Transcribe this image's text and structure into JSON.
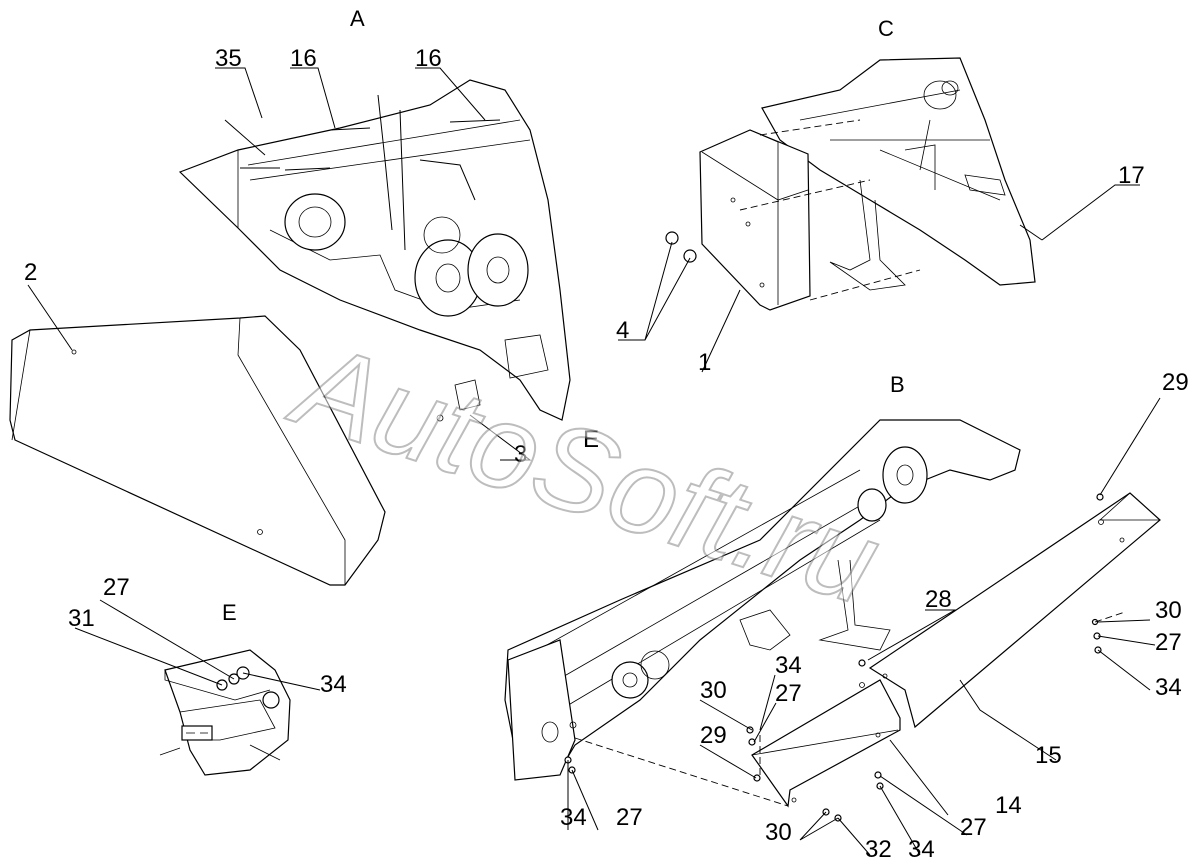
{
  "watermark": "AutoSoft.ru",
  "sections": {
    "A": "A",
    "B": "B",
    "C": "C",
    "E": "E"
  },
  "callouts": {
    "c35": "35",
    "c16a": "16",
    "c16b": "16",
    "c2": "2",
    "c3": "3",
    "c4": "4",
    "c1": "1",
    "c17": "17",
    "cE_hint": "E",
    "c29a": "29",
    "c30a": "30",
    "c27a": "27",
    "c34a": "34",
    "c28": "28",
    "c15": "15",
    "c34b": "34",
    "c27b": "27",
    "c30b": "30",
    "c29b": "29",
    "c14": "14",
    "c27c": "27",
    "c34c": "34",
    "c32": "32",
    "c30c": "30",
    "c34d": "34",
    "c27d": "27",
    "c27e": "27",
    "c31": "31",
    "c34e": "34"
  }
}
